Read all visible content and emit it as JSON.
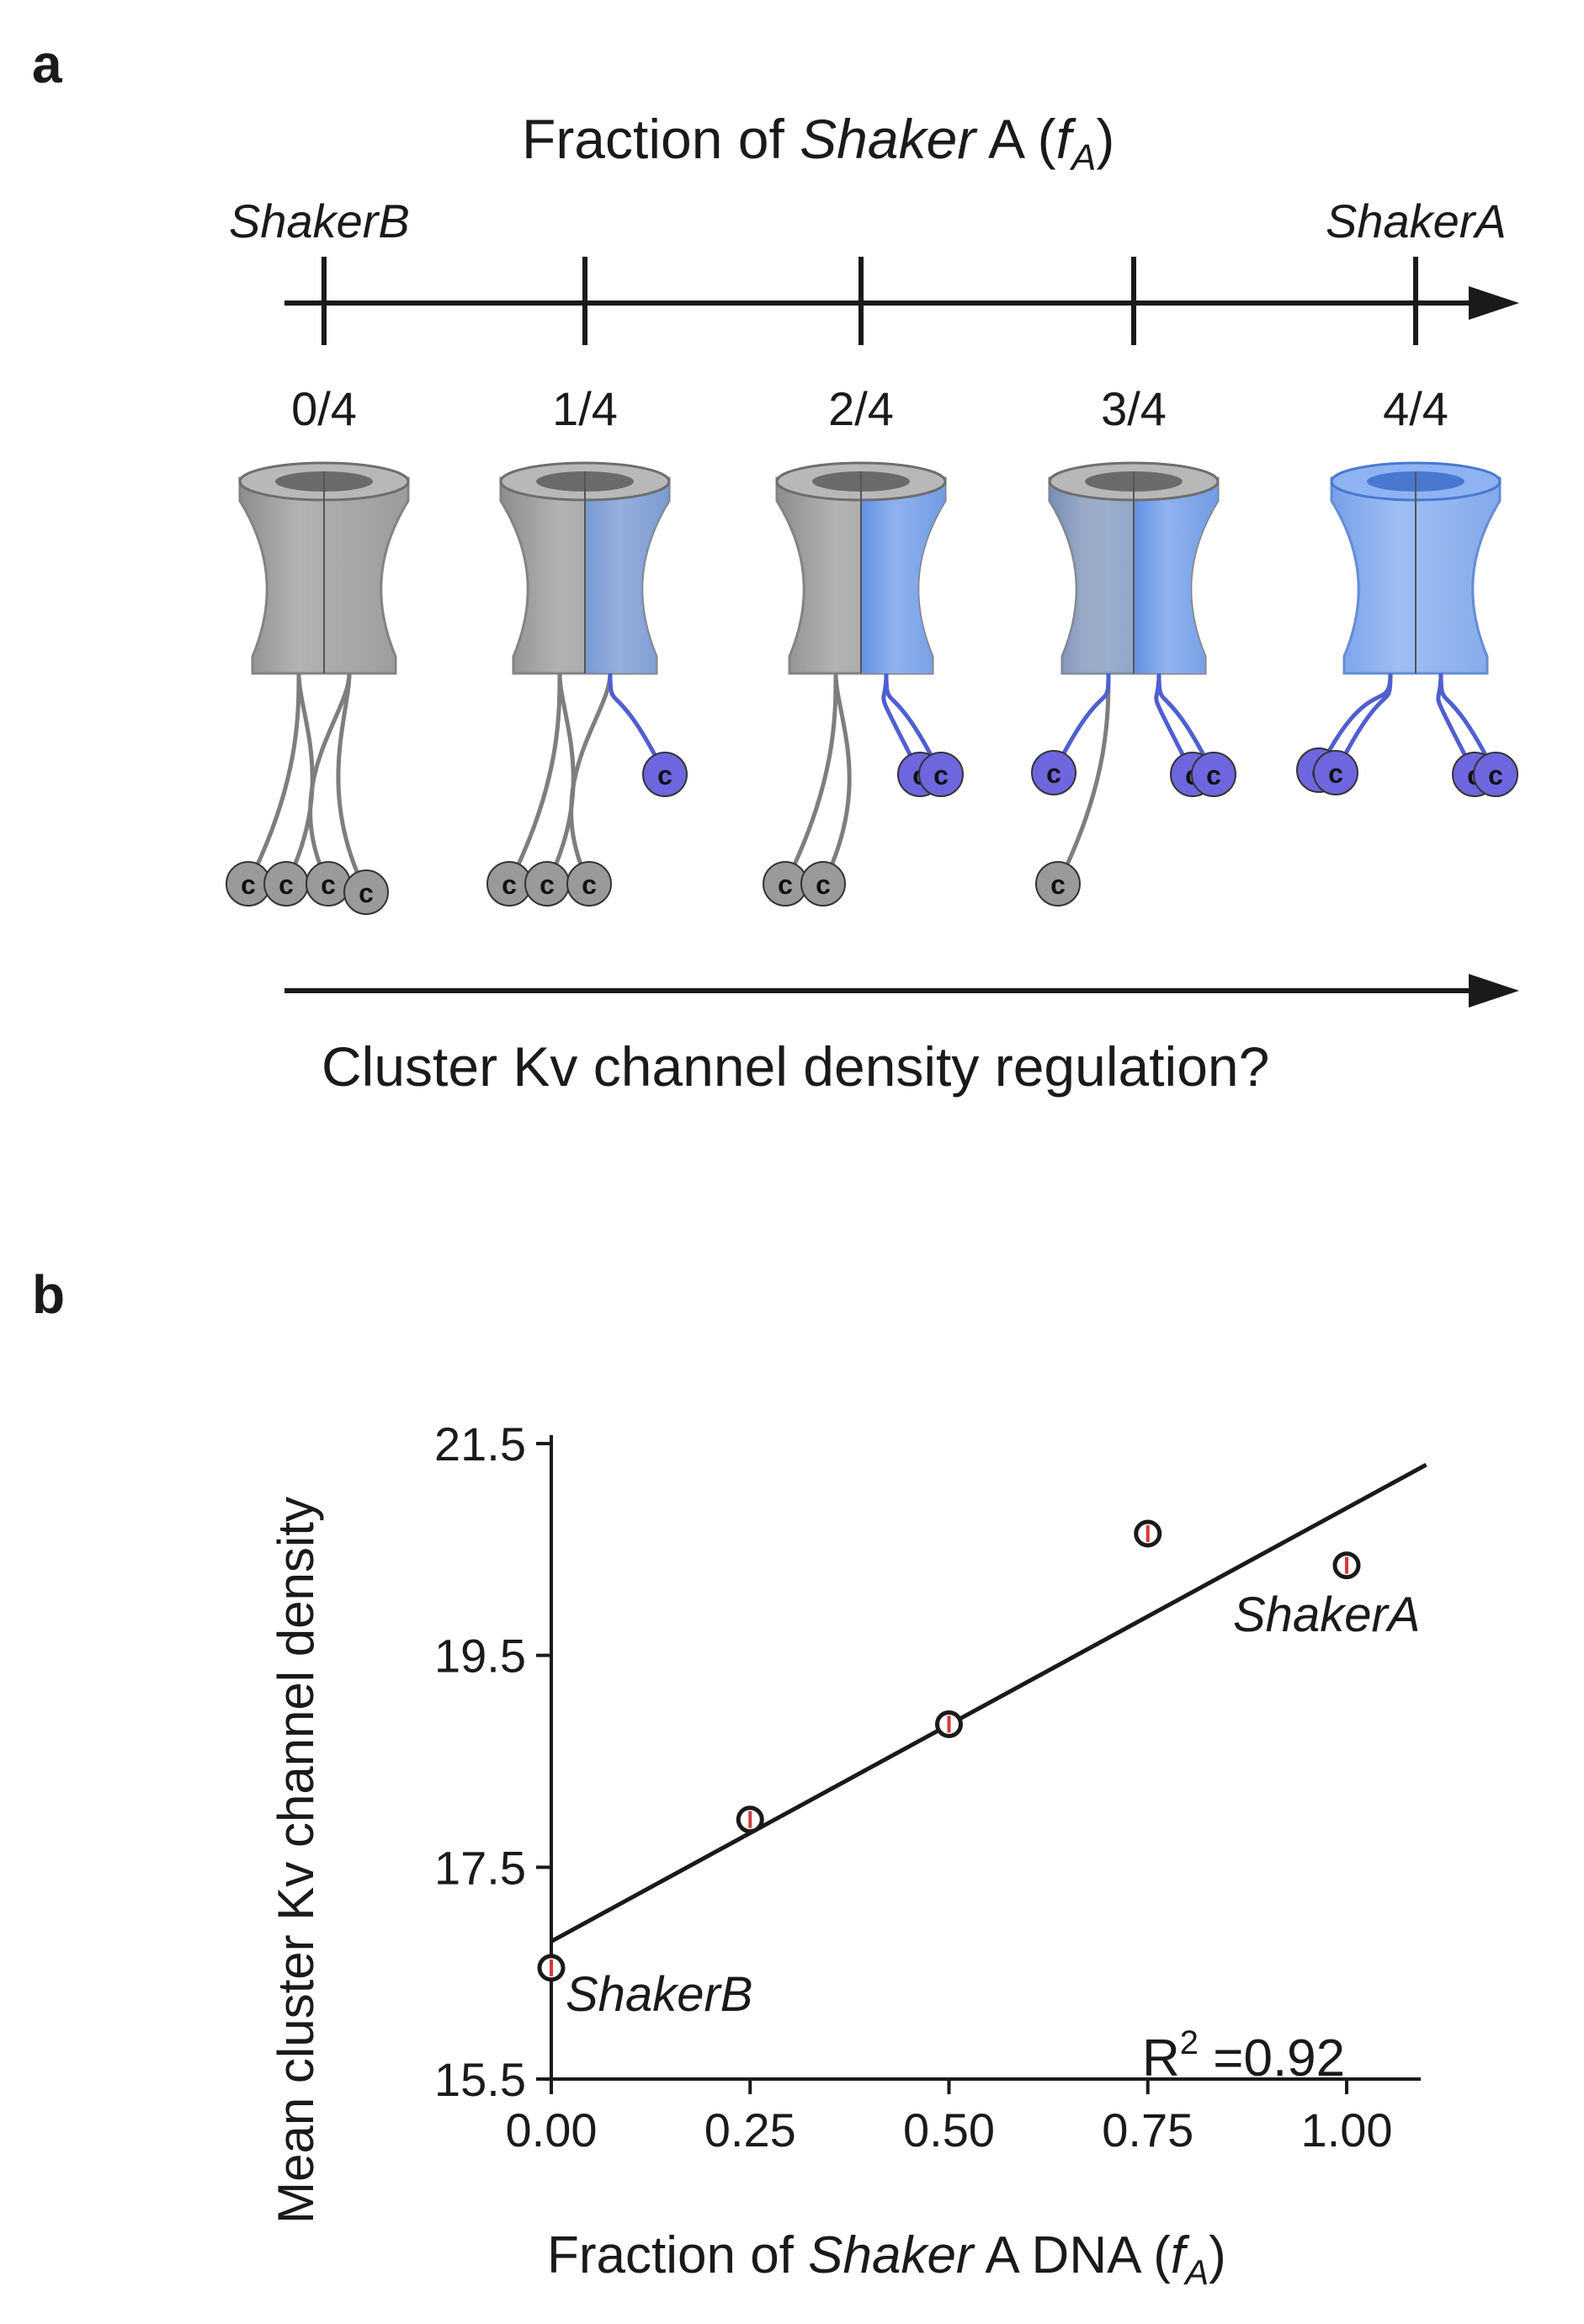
{
  "panel_a": {
    "letter": "a",
    "title": {
      "pre": "Fraction of ",
      "ital": "Shaker",
      "post": " A (",
      "f": "f",
      "sub": "A",
      "close": ")"
    },
    "left_label": "ShakerB",
    "right_label": "ShakerA",
    "fractions": [
      {
        "label": "0/4",
        "blue": 0
      },
      {
        "label": "1/4",
        "blue": 1
      },
      {
        "label": "2/4",
        "blue": 2
      },
      {
        "label": "3/4",
        "blue": 3
      },
      {
        "label": "4/4",
        "blue": 4
      }
    ],
    "terminal_label": "c",
    "bottom_caption": "Cluster Kv channel density regulation?",
    "colors": {
      "gray": "#8c8c8c",
      "blue": "#6f9be8",
      "ball_blue": "#6e66de"
    }
  },
  "panel_b": {
    "letter": "b",
    "r2_label": "R",
    "r2_sup": "2",
    "r2_value": " =0.92",
    "annotations": {
      "a": "ShakerA",
      "b": "ShakerB"
    }
  },
  "chart_data": {
    "type": "scatter",
    "title": "",
    "xlabel": {
      "pre": "Fraction of ",
      "ital": "Shaker",
      "post": " A DNA (",
      "f": "f",
      "sub": "A",
      "close": ")"
    },
    "ylabel": "Mean cluster Kv channel density",
    "xlim": [
      0,
      1.1
    ],
    "ylim": [
      15.5,
      21.5
    ],
    "xticks": [
      "0.00",
      "0.25",
      "0.50",
      "0.75",
      "1.00"
    ],
    "xtick_values": [
      0,
      0.25,
      0.5,
      0.75,
      1.0
    ],
    "yticks": [
      "15.5",
      "17.5",
      "19.5",
      "21.5"
    ],
    "ytick_values": [
      15.5,
      17.5,
      19.5,
      21.5
    ],
    "series": [
      {
        "x": [
          0,
          0.25,
          0.5,
          0.75,
          1.0
        ],
        "y": [
          16.55,
          17.95,
          18.85,
          20.65,
          20.35
        ]
      }
    ],
    "fit_line": {
      "x": [
        0,
        1.1
      ],
      "y": [
        16.8,
        21.3
      ]
    },
    "r_squared": 0.92,
    "grid": false,
    "colors": {
      "marker_edge": "#1a1a1a",
      "marker_fill": "#ffffff",
      "marker_inner": "#d23a3a"
    }
  }
}
